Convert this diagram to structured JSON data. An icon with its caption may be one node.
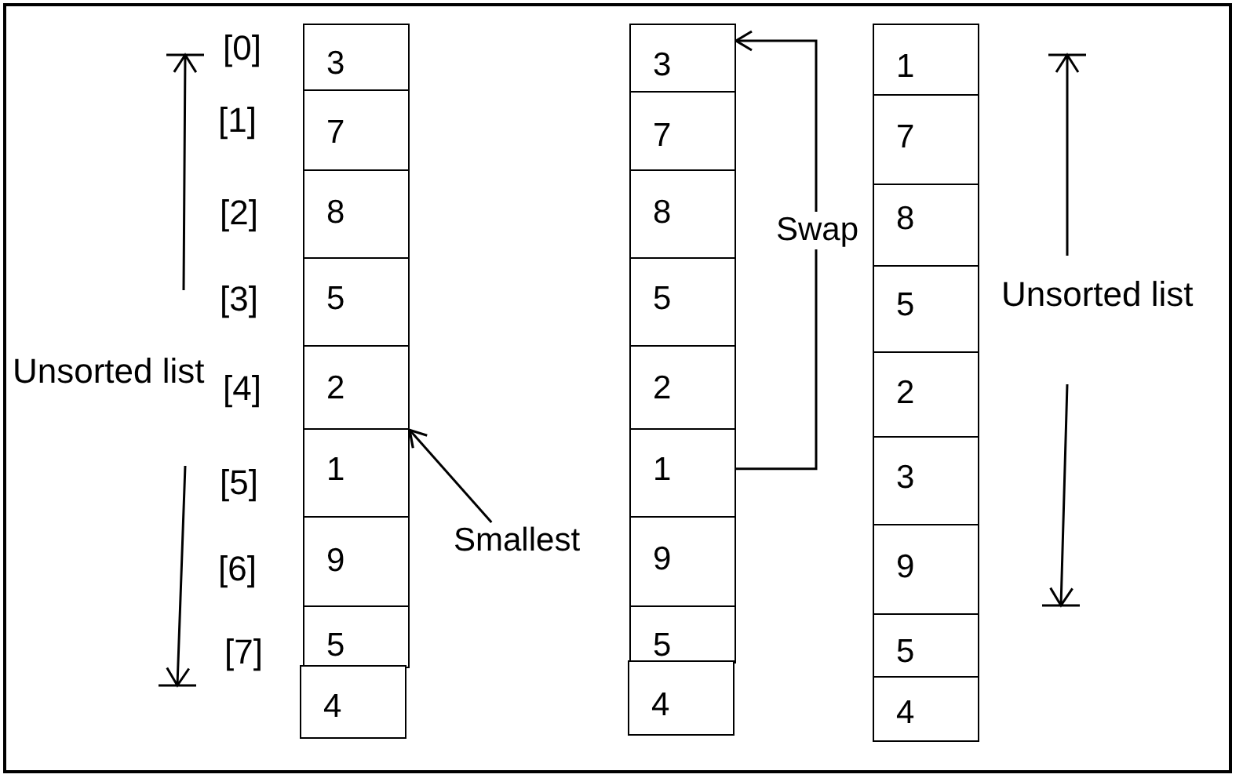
{
  "diagram": {
    "nodes": [
      {
        "text": [
          "3"
        ]
      },
      {
        "text": [
          "7"
        ]
      },
      {
        "text": [
          "8"
        ]
      },
      {
        "text": [
          "5"
        ]
      },
      {
        "text": [
          "2"
        ]
      },
      {
        "text": [
          "1"
        ]
      },
      {
        "text": [
          "9"
        ]
      },
      {
        "text": [
          "5"
        ]
      },
      {
        "text": [
          "4"
        ]
      },
      {
        "text": [
          "Smallest"
        ]
      },
      {
        "text": [
          "3"
        ]
      },
      {
        "text": [
          "7"
        ]
      },
      {
        "text": [
          "8"
        ]
      },
      {
        "text": [
          "5"
        ]
      },
      {
        "text": [
          "2"
        ]
      },
      {
        "text": [
          "1"
        ]
      },
      {
        "text": [
          "9"
        ]
      },
      {
        "text": [
          "5"
        ]
      },
      {
        "text": [
          "4"
        ]
      },
      {
        "text": [
          "1"
        ]
      },
      {
        "text": [
          "7"
        ]
      },
      {
        "text": [
          "8"
        ]
      },
      {
        "text": [
          "5"
        ]
      },
      {
        "text": [
          "2"
        ]
      },
      {
        "text": [
          "3"
        ]
      },
      {
        "text": [
          "9"
        ]
      },
      {
        "text": [
          "5"
        ]
      },
      {
        "text": [
          "4"
        ]
      }
    ],
    "edges": [
      {
        "from": 9,
        "to": 5,
        "arrow": "to"
      },
      {
        "from": 15,
        "to": 10,
        "arrow": "to",
        "label": "Swap"
      }
    ],
    "labels": [
      "[0]",
      "[1]",
      "[2]",
      "[3]",
      "[4]",
      "[5]",
      "[6]",
      "[7]",
      "Unsorted list",
      "Unsorted list"
    ]
  }
}
